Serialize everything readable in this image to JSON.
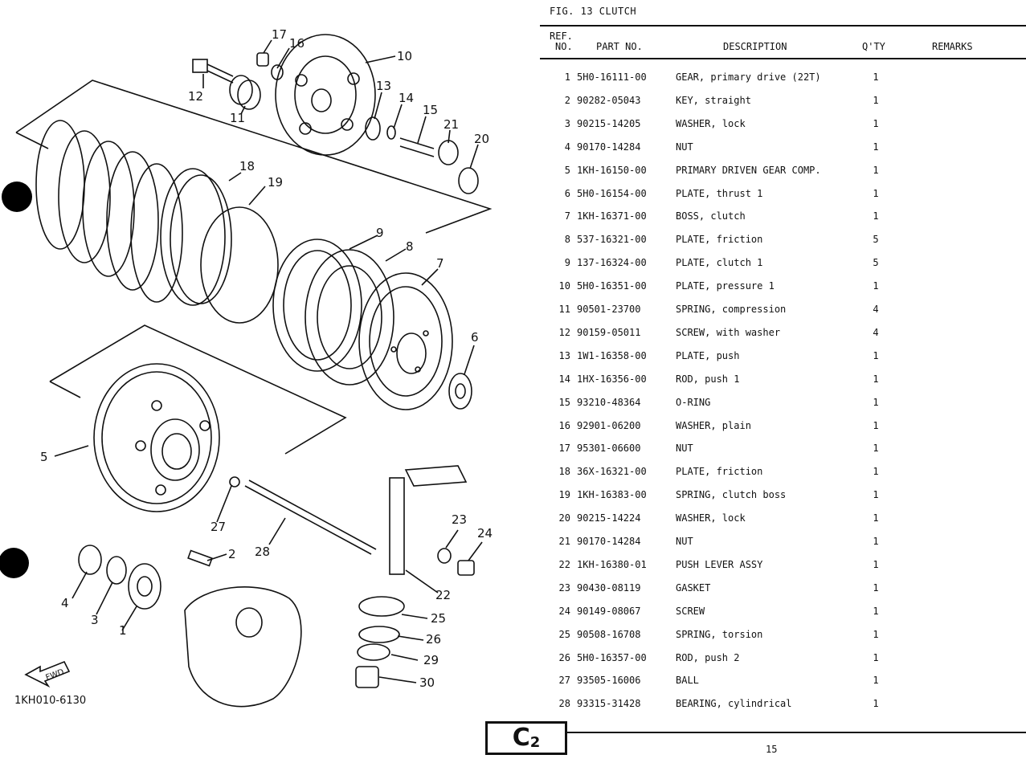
{
  "figure": {
    "title": "FIG. 13  CLUTCH",
    "drawing_code": "1KH010-6130",
    "fwd_label": "FWD"
  },
  "table": {
    "headers": {
      "ref_line1": "REF.",
      "ref_line2": "NO.",
      "part_no": "PART NO.",
      "description": "DESCRIPTION",
      "qty": "Q'TY",
      "remarks": "REMARKS"
    },
    "rows": [
      {
        "ref": "1",
        "part": "5H0-16111-00",
        "desc": "GEAR, primary drive (22T)",
        "qty": "1"
      },
      {
        "ref": "2",
        "part": "90282-05043",
        "desc": "KEY, straight",
        "qty": "1"
      },
      {
        "ref": "3",
        "part": "90215-14205",
        "desc": "WASHER, lock",
        "qty": "1"
      },
      {
        "ref": "4",
        "part": "90170-14284",
        "desc": "NUT",
        "qty": "1"
      },
      {
        "ref": "5",
        "part": "1KH-16150-00",
        "desc": "PRIMARY DRIVEN GEAR COMP.",
        "qty": "1"
      },
      {
        "ref": "6",
        "part": "5H0-16154-00",
        "desc": "PLATE, thrust 1",
        "qty": "1"
      },
      {
        "ref": "7",
        "part": "1KH-16371-00",
        "desc": "BOSS, clutch",
        "qty": "1"
      },
      {
        "ref": "8",
        "part": "537-16321-00",
        "desc": "PLATE, friction",
        "qty": "5"
      },
      {
        "ref": "9",
        "part": "137-16324-00",
        "desc": "PLATE, clutch 1",
        "qty": "5"
      },
      {
        "ref": "10",
        "part": "5H0-16351-00",
        "desc": "PLATE, pressure 1",
        "qty": "1"
      },
      {
        "ref": "11",
        "part": "90501-23700",
        "desc": "SPRING, compression",
        "qty": "4"
      },
      {
        "ref": "12",
        "part": "90159-05011",
        "desc": "SCREW, with washer",
        "qty": "4"
      },
      {
        "ref": "13",
        "part": "1W1-16358-00",
        "desc": "PLATE, push",
        "qty": "1"
      },
      {
        "ref": "14",
        "part": "1HX-16356-00",
        "desc": "ROD, push 1",
        "qty": "1"
      },
      {
        "ref": "15",
        "part": "93210-48364",
        "desc": "O-RING",
        "qty": "1"
      },
      {
        "ref": "16",
        "part": "92901-06200",
        "desc": "WASHER, plain",
        "qty": "1"
      },
      {
        "ref": "17",
        "part": "95301-06600",
        "desc": "NUT",
        "qty": "1"
      },
      {
        "ref": "18",
        "part": "36X-16321-00",
        "desc": "PLATE, friction",
        "qty": "1"
      },
      {
        "ref": "19",
        "part": "1KH-16383-00",
        "desc": "SPRING, clutch boss",
        "qty": "1"
      },
      {
        "ref": "20",
        "part": "90215-14224",
        "desc": "WASHER, lock",
        "qty": "1"
      },
      {
        "ref": "21",
        "part": "90170-14284",
        "desc": "NUT",
        "qty": "1"
      },
      {
        "ref": "22",
        "part": "1KH-16380-01",
        "desc": "PUSH LEVER ASSY",
        "qty": "1"
      },
      {
        "ref": "23",
        "part": "90430-08119",
        "desc": "GASKET",
        "qty": "1"
      },
      {
        "ref": "24",
        "part": "90149-08067",
        "desc": "SCREW",
        "qty": "1"
      },
      {
        "ref": "25",
        "part": "90508-16708",
        "desc": "SPRING, torsion",
        "qty": "1"
      },
      {
        "ref": "26",
        "part": "5H0-16357-00",
        "desc": "ROD, push 2",
        "qty": "1"
      },
      {
        "ref": "27",
        "part": "93505-16006",
        "desc": "BALL",
        "qty": "1"
      },
      {
        "ref": "28",
        "part": "93315-31428",
        "desc": "BEARING, cylindrical",
        "qty": "1"
      }
    ]
  },
  "footer": {
    "section_badge_letter": "C",
    "section_badge_number": "2",
    "page_number": "15"
  },
  "callouts": [
    "1",
    "2",
    "3",
    "4",
    "5",
    "6",
    "7",
    "8",
    "9",
    "10",
    "11",
    "12",
    "13",
    "14",
    "15",
    "16",
    "17",
    "18",
    "19",
    "20",
    "21",
    "22",
    "23",
    "24",
    "25",
    "26",
    "27",
    "28",
    "29",
    "30"
  ]
}
